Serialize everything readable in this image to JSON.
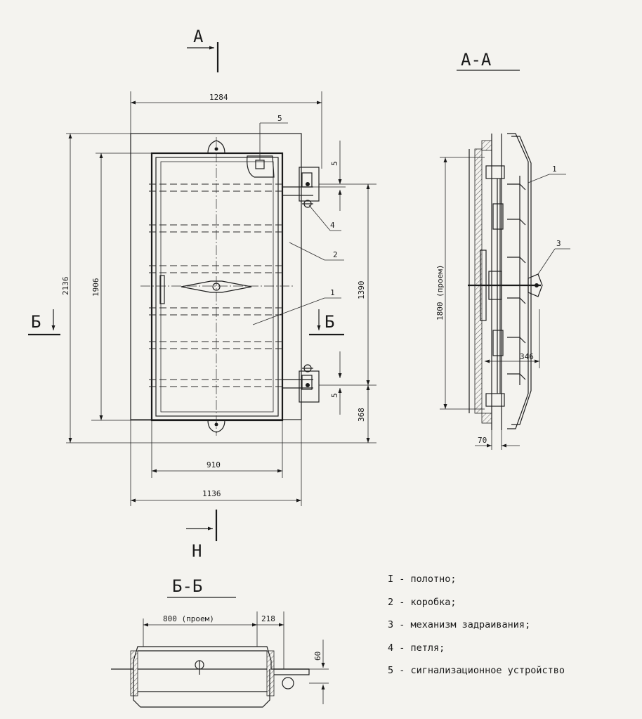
{
  "views": {
    "section_mark_a": "А",
    "section_mark_bottom": "Н",
    "section_mark_b": "Б",
    "section_aa_title": "А-А",
    "section_bb_title": "Б-Б"
  },
  "dimensions": {
    "width_outer": "1284",
    "height_outer": "2136",
    "height_leaf": "1906",
    "width_opening": "910",
    "width_frame": "1136",
    "hinge_spacing": "1390",
    "bottom_offset": "368",
    "hinge_top_gap": "5",
    "hinge_bottom_gap": "5",
    "aa_opening": "1800 (проем)",
    "aa_depth": "346",
    "aa_base": "70",
    "bb_opening": "800 (проем)",
    "bb_offset": "218",
    "bb_height": "60"
  },
  "callouts": {
    "c1": "1",
    "c2": "2",
    "c3": "3",
    "c4": "4",
    "c5": "5",
    "aa_c1": "1",
    "aa_c3": "3"
  },
  "legend": [
    "I - полотно;",
    "2 - коробка;",
    "3 - механизм задраивания;",
    "4 - петля;",
    "5 - сигнализационное устройство"
  ]
}
